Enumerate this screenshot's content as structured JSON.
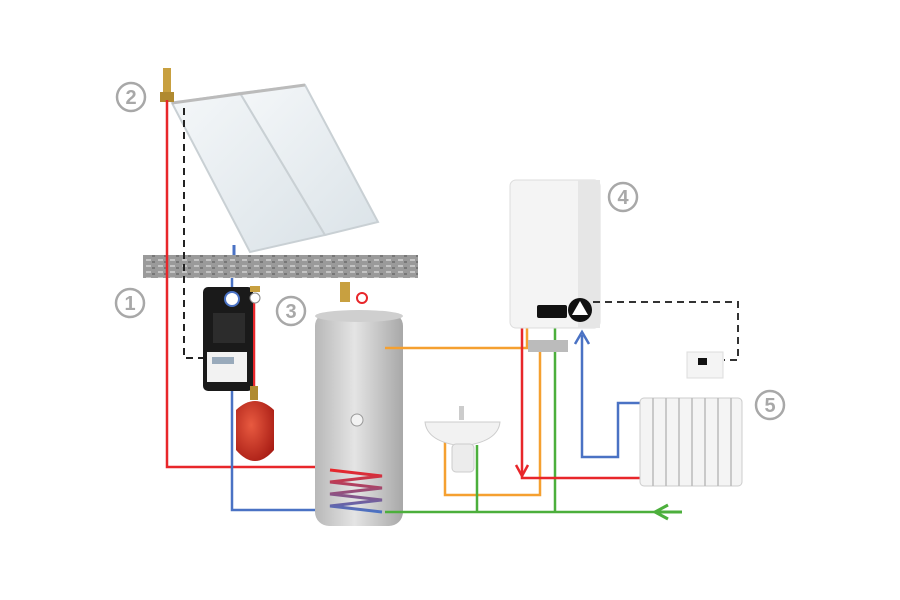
{
  "labels": {
    "collector": "2",
    "pump_station": "1",
    "storage_tank": "3",
    "boiler": "4",
    "radiator": "5"
  },
  "colors": {
    "hot": "#e8262a",
    "cold_return": "#4a72c4",
    "hot_water": "#f5a030",
    "cold_water": "#4caf3c",
    "label": "#a8a8a8"
  }
}
